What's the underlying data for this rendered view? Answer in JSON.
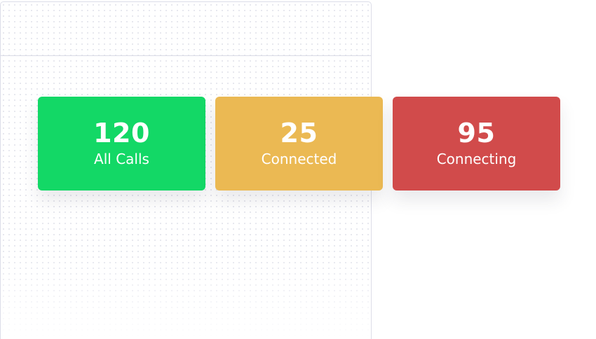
{
  "stats": [
    {
      "value": "120",
      "label": "All Calls",
      "color": "#13d866"
    },
    {
      "value": "25",
      "label": "Connected",
      "color": "#ebb953"
    },
    {
      "value": "95",
      "label": "Connecting",
      "color": "#d14b4b"
    }
  ]
}
